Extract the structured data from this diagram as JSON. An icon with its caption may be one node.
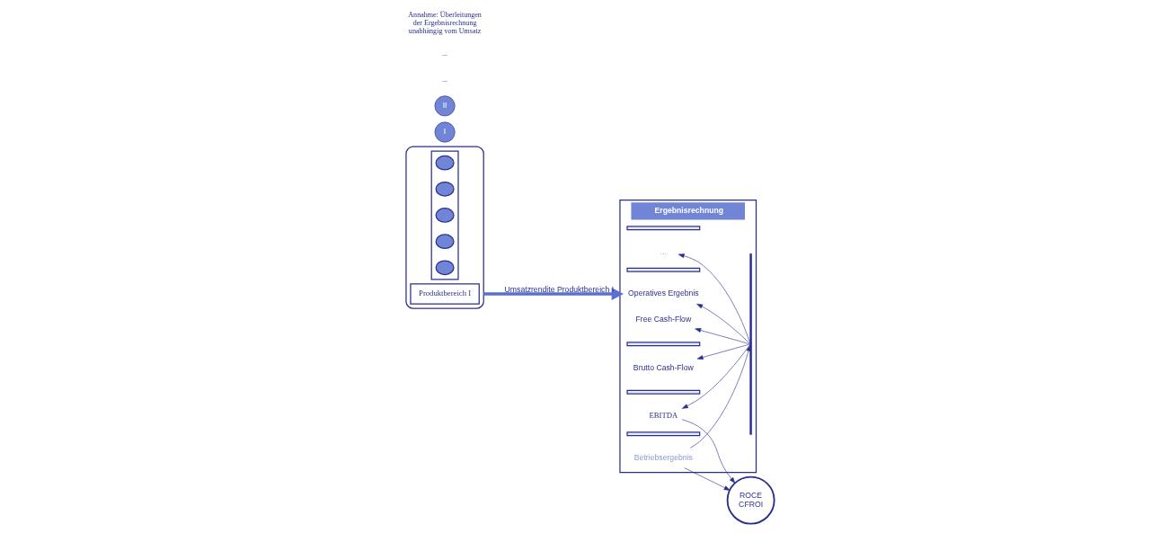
{
  "diagram": {
    "nodes": [
      {
        "text": [],
        "shape": "ellipse"
      },
      {
        "text": [
          "Produktbereich I"
        ],
        "in": 0
      },
      {
        "text": [],
        "shape": "box",
        "in": 0
      },
      {
        "text": [],
        "shape": "circle",
        "in": 2
      },
      {
        "text": [],
        "shape": "circle",
        "in": 2
      },
      {
        "text": [],
        "shape": "circle",
        "in": 2
      },
      {
        "text": [],
        "shape": "circle",
        "in": 2
      },
      {
        "text": [],
        "shape": "circle",
        "in": 2
      },
      {
        "text": [
          "I"
        ]
      },
      {
        "text": [
          "Ergebnisrechnung"
        ]
      },
      {
        "text": [
          "Operatives Ergebnis"
        ],
        "in": 9
      },
      {
        "text": [],
        "shape": "bar",
        "in": 9
      },
      {
        "text": [
          "Betriebsergebnis"
        ],
        "in": 9
      },
      {
        "text": [],
        "shape": "bar",
        "in": 9
      },
      {
        "text": [
          "..."
        ],
        "in": 9
      },
      {
        "text": [],
        "shape": "bar",
        "in": 9
      },
      {
        "text": [
          "EBITDA"
        ],
        "in": 9
      },
      {
        "text": [],
        "shape": "bar",
        "in": 9
      },
      {
        "text": [
          "Brutto Cash-Flow"
        ],
        "in": 9
      },
      {
        "text": [],
        "shape": "bar",
        "in": 9
      },
      {
        "text": [
          "Free Cash-Flow"
        ],
        "in": 9
      },
      {
        "text": [],
        "shape": "bar",
        "in": 9
      },
      {
        "text": [
          "II"
        ]
      },
      {
        "text": [
          "ROCE",
          "CFROI"
        ]
      }
    ],
    "edges": [
      {
        "from": 0,
        "to": 9,
        "arrow": "to",
        "label": "Umsatzrendite Produktbereich I",
        "style": "thick",
        "color": "#5a6fd0"
      },
      {
        "from": 21,
        "to": 10,
        "arrow": "to"
      },
      {
        "from": 21,
        "to": 14,
        "arrow": "to"
      },
      {
        "from": 21,
        "to": 16,
        "arrow": "to"
      },
      {
        "from": 21,
        "to": 18,
        "arrow": "to"
      },
      {
        "from": 21,
        "to": 20,
        "arrow": "to"
      },
      {
        "from": 12,
        "to": 21,
        "arrow": "to"
      },
      {
        "from": 12,
        "to": 23,
        "arrow": "to"
      },
      {
        "from": 16,
        "to": 23,
        "arrow": "to"
      }
    ],
    "labels": [
      "...",
      "...",
      "Annahme: Überleitungen der Ergebnisrechnung unabhängig vom Umsatz"
    ]
  }
}
